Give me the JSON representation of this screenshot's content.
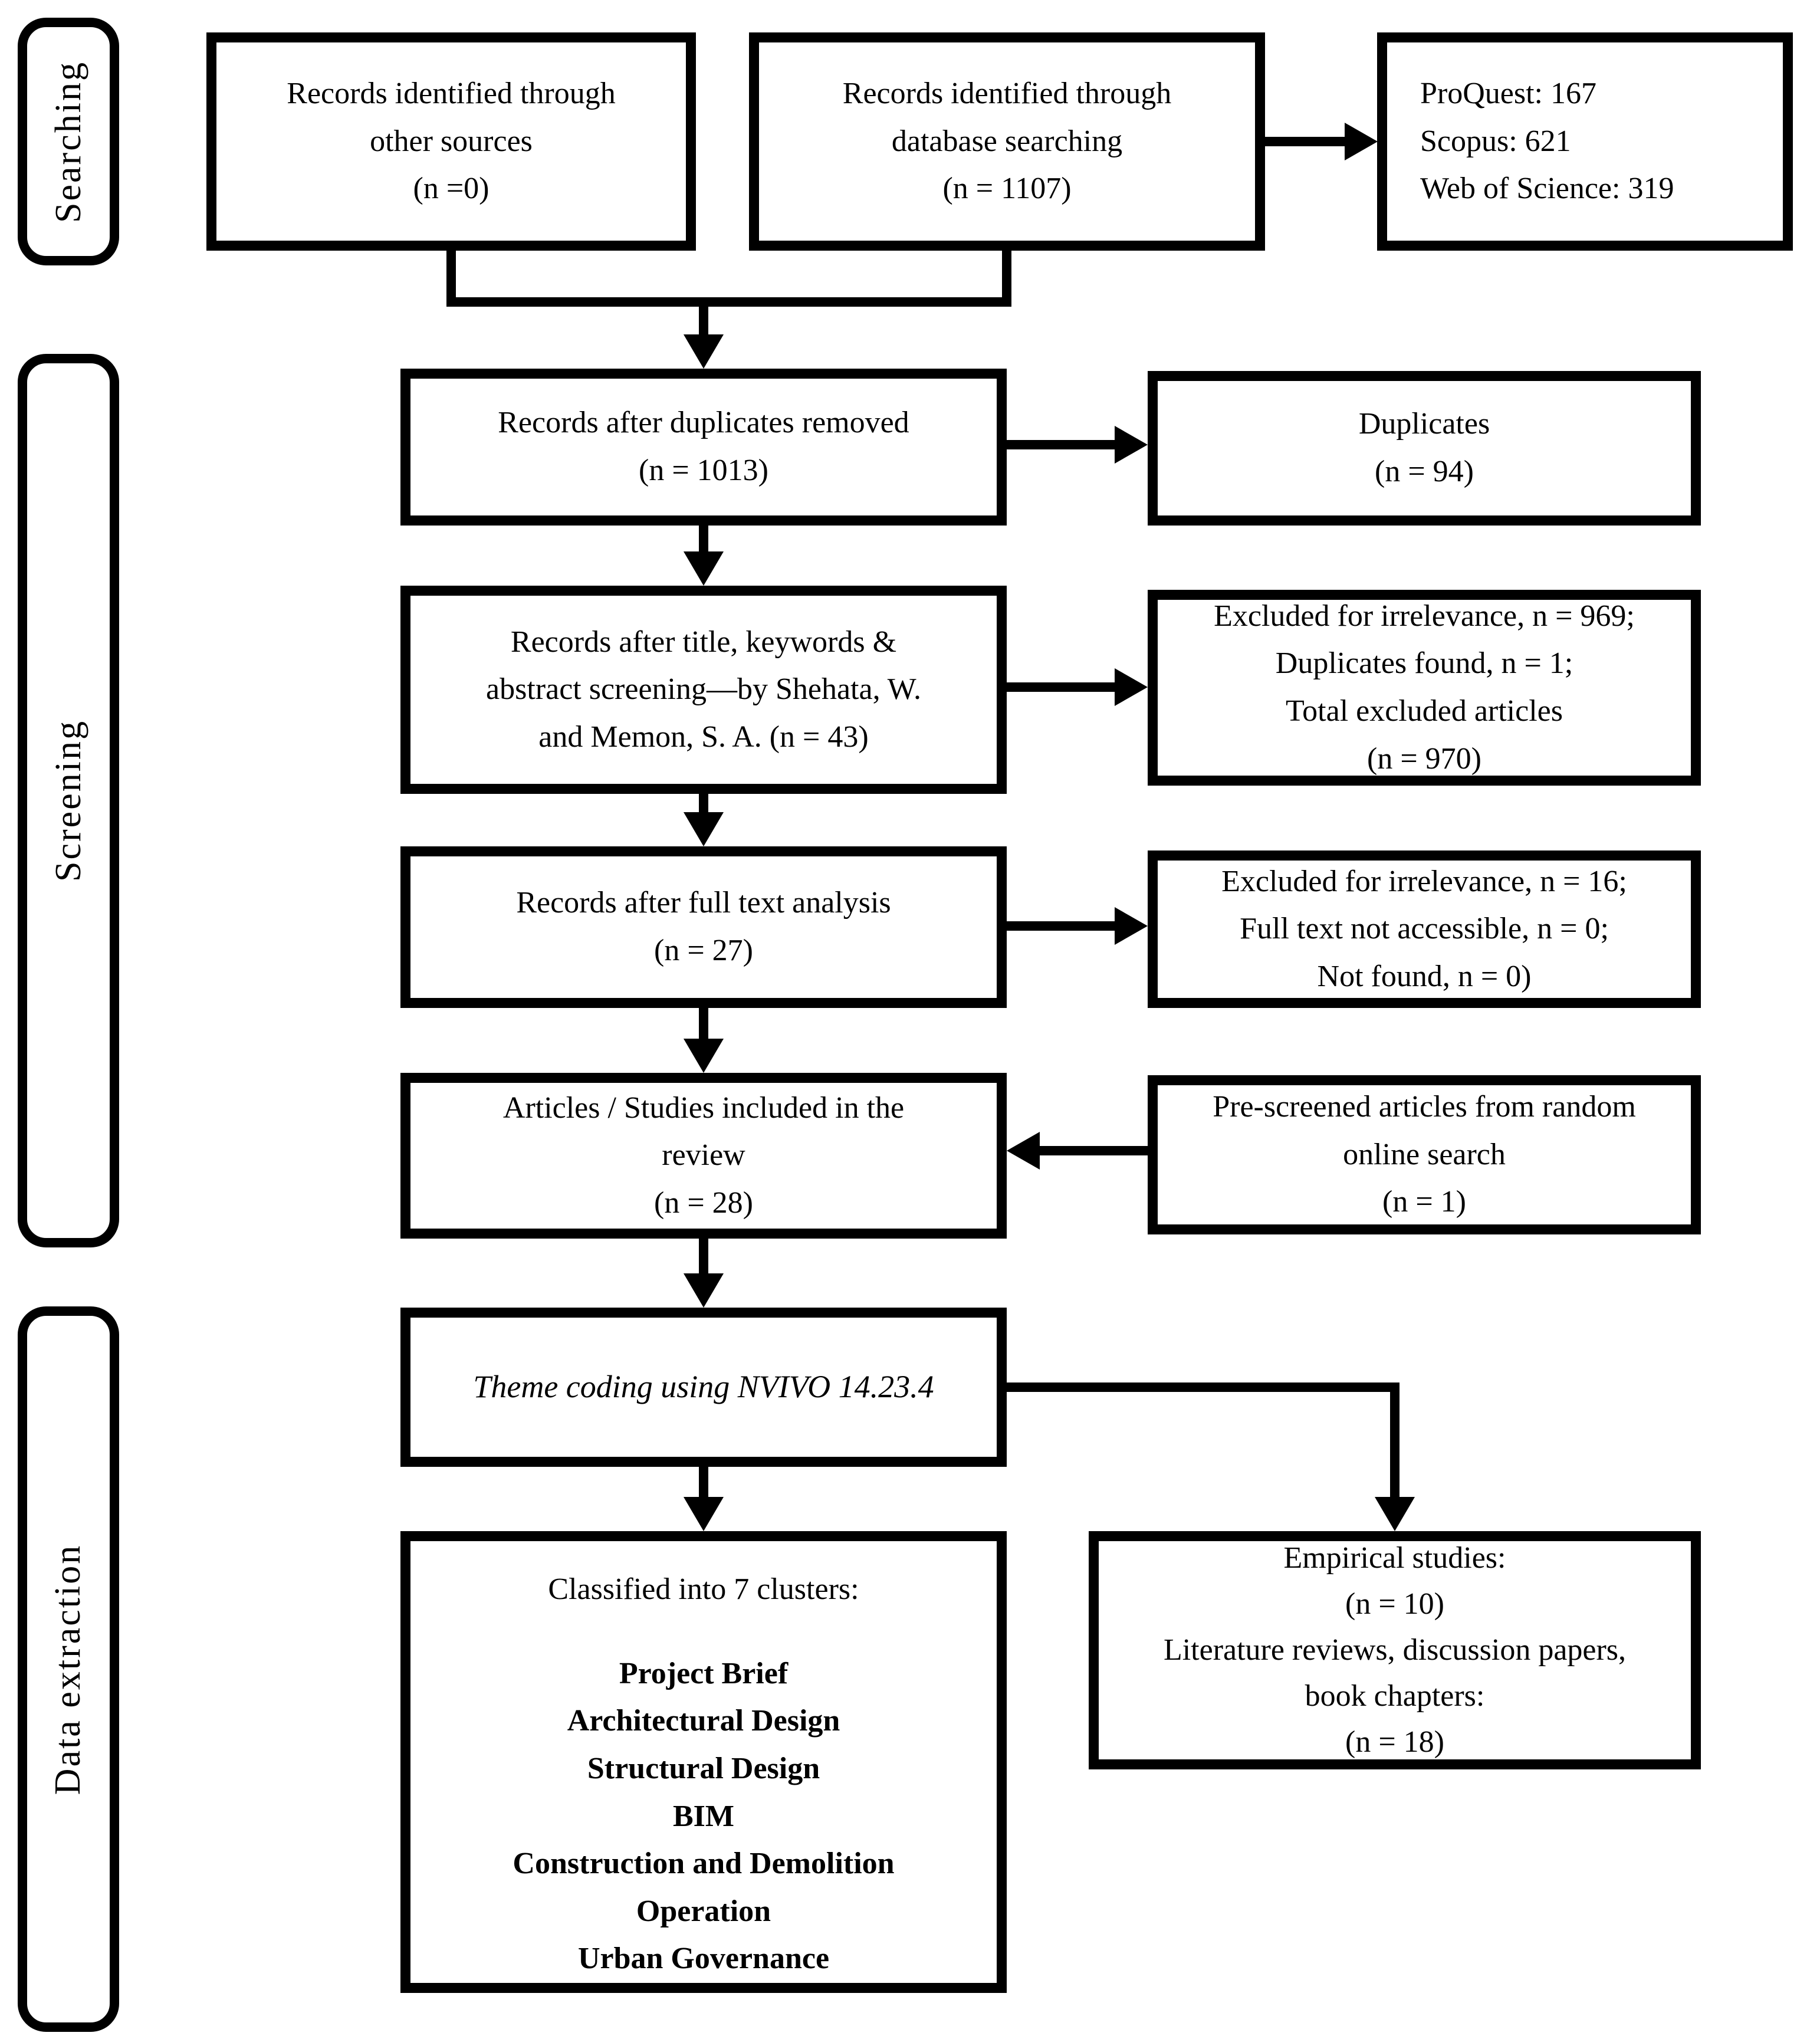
{
  "colors": {
    "ink": "#000000",
    "paper": "#ffffff"
  },
  "stages": {
    "searching": "Searching",
    "screening": "Screening",
    "data_extraction": "Data extraction"
  },
  "boxes": {
    "other_sources": {
      "lines": [
        "Records identified through",
        "other sources",
        "(n =0)"
      ]
    },
    "database_searching": {
      "lines": [
        "Records identified through",
        "database searching",
        "(n = 1107)"
      ]
    },
    "databases": {
      "lines": [
        "ProQuest: 167",
        "Scopus: 621",
        "Web of Science: 319"
      ]
    },
    "duplicates_removed": {
      "lines": [
        "Records after duplicates removed",
        "(n = 1013)"
      ]
    },
    "duplicates": {
      "lines": [
        "Duplicates",
        "(n = 94)"
      ]
    },
    "title_screening": {
      "lines": [
        "Records after title, keywords &",
        "abstract screening—by Shehata, W.",
        "and Memon, S. A. (n = 43)"
      ]
    },
    "excluded_screening": {
      "lines": [
        "Excluded for irrelevance, n = 969;",
        "Duplicates found, n = 1;",
        "Total excluded articles",
        "(n = 970)"
      ]
    },
    "full_text": {
      "lines": [
        "Records after full text analysis",
        "(n = 27)"
      ]
    },
    "excluded_full_text": {
      "lines": [
        "Excluded for irrelevance, n = 16;",
        "Full text not accessible, n = 0;",
        "Not found, n = 0)"
      ]
    },
    "included": {
      "lines": [
        "Articles / Studies included in the",
        "review",
        "(n = 28)"
      ]
    },
    "pre_screened": {
      "lines": [
        "Pre-screened articles from random",
        "online search",
        "(n = 1)"
      ]
    },
    "theme_coding": {
      "lines": [
        "Theme coding using NVIVO 14.23.4"
      ]
    },
    "clusters": {
      "title": "Classified into 7 clusters:",
      "items": [
        "Project Brief",
        "Architectural Design",
        "Structural Design",
        "BIM",
        "Construction and Demolition",
        "Operation",
        "Urban Governance"
      ]
    },
    "empirical": {
      "lines": [
        "Empirical studies:",
        "(n = 10)",
        "Literature reviews, discussion papers,",
        "book chapters:",
        "(n = 18)"
      ]
    }
  }
}
